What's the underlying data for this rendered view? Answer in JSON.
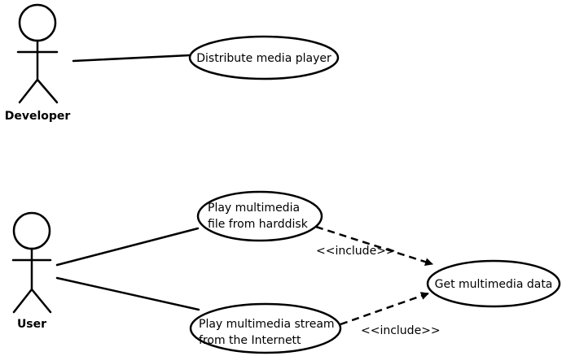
{
  "actors": {
    "developer": {
      "label": "Developer"
    },
    "user": {
      "label": "User"
    }
  },
  "use_cases": {
    "distribute": {
      "lines": [
        "Distribute media player"
      ]
    },
    "play_harddisk": {
      "lines": [
        "Play multimedia",
        "file from harddisk"
      ]
    },
    "play_internet": {
      "lines": [
        "Play multimedia stream",
        "from the Internett"
      ]
    },
    "get_data": {
      "lines": [
        "Get multimedia data"
      ]
    }
  },
  "relations": {
    "include_1": {
      "label": "<<include>>"
    },
    "include_2": {
      "label": "<<include>>"
    }
  }
}
